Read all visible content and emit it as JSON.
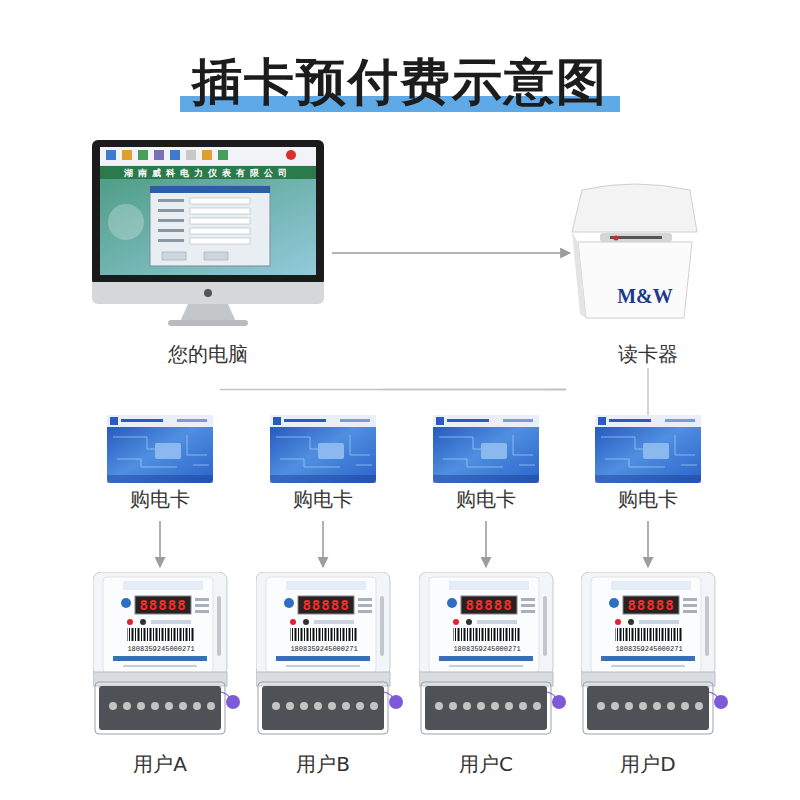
{
  "diagram": {
    "title": "插卡预付费示意图",
    "nodes": [
      {
        "text": [
          "您的电脑"
        ]
      },
      {
        "text": [
          "读卡器"
        ]
      },
      {
        "text": [
          "购电卡"
        ]
      },
      {
        "text": [
          "购电卡"
        ]
      },
      {
        "text": [
          "购电卡"
        ]
      },
      {
        "text": [
          "购电卡"
        ]
      },
      {
        "text": [
          "用户A"
        ]
      },
      {
        "text": [
          "用户B"
        ]
      },
      {
        "text": [
          "用户C"
        ]
      },
      {
        "text": [
          "用户D"
        ]
      }
    ],
    "edges": [
      {
        "from": 0,
        "to": 1,
        "arrow": "to"
      },
      {
        "from": 1,
        "to": 2,
        "arrow": "none"
      },
      {
        "from": 1,
        "to": 3,
        "arrow": "none"
      },
      {
        "from": 1,
        "to": 4,
        "arrow": "none"
      },
      {
        "from": 1,
        "to": 5,
        "arrow": "none"
      },
      {
        "from": 2,
        "to": 6,
        "arrow": "to"
      },
      {
        "from": 3,
        "to": 7,
        "arrow": "to"
      },
      {
        "from": 4,
        "to": 8,
        "arrow": "to"
      },
      {
        "from": 5,
        "to": 9,
        "arrow": "to"
      }
    ],
    "labels": [
      "湖南威科电力仪表有限公司",
      "M&W",
      "88888",
      "88888",
      "88888",
      "88888",
      "1808359245000271",
      "1808359245000271",
      "1808359245000271",
      "1808359245000271"
    ]
  }
}
